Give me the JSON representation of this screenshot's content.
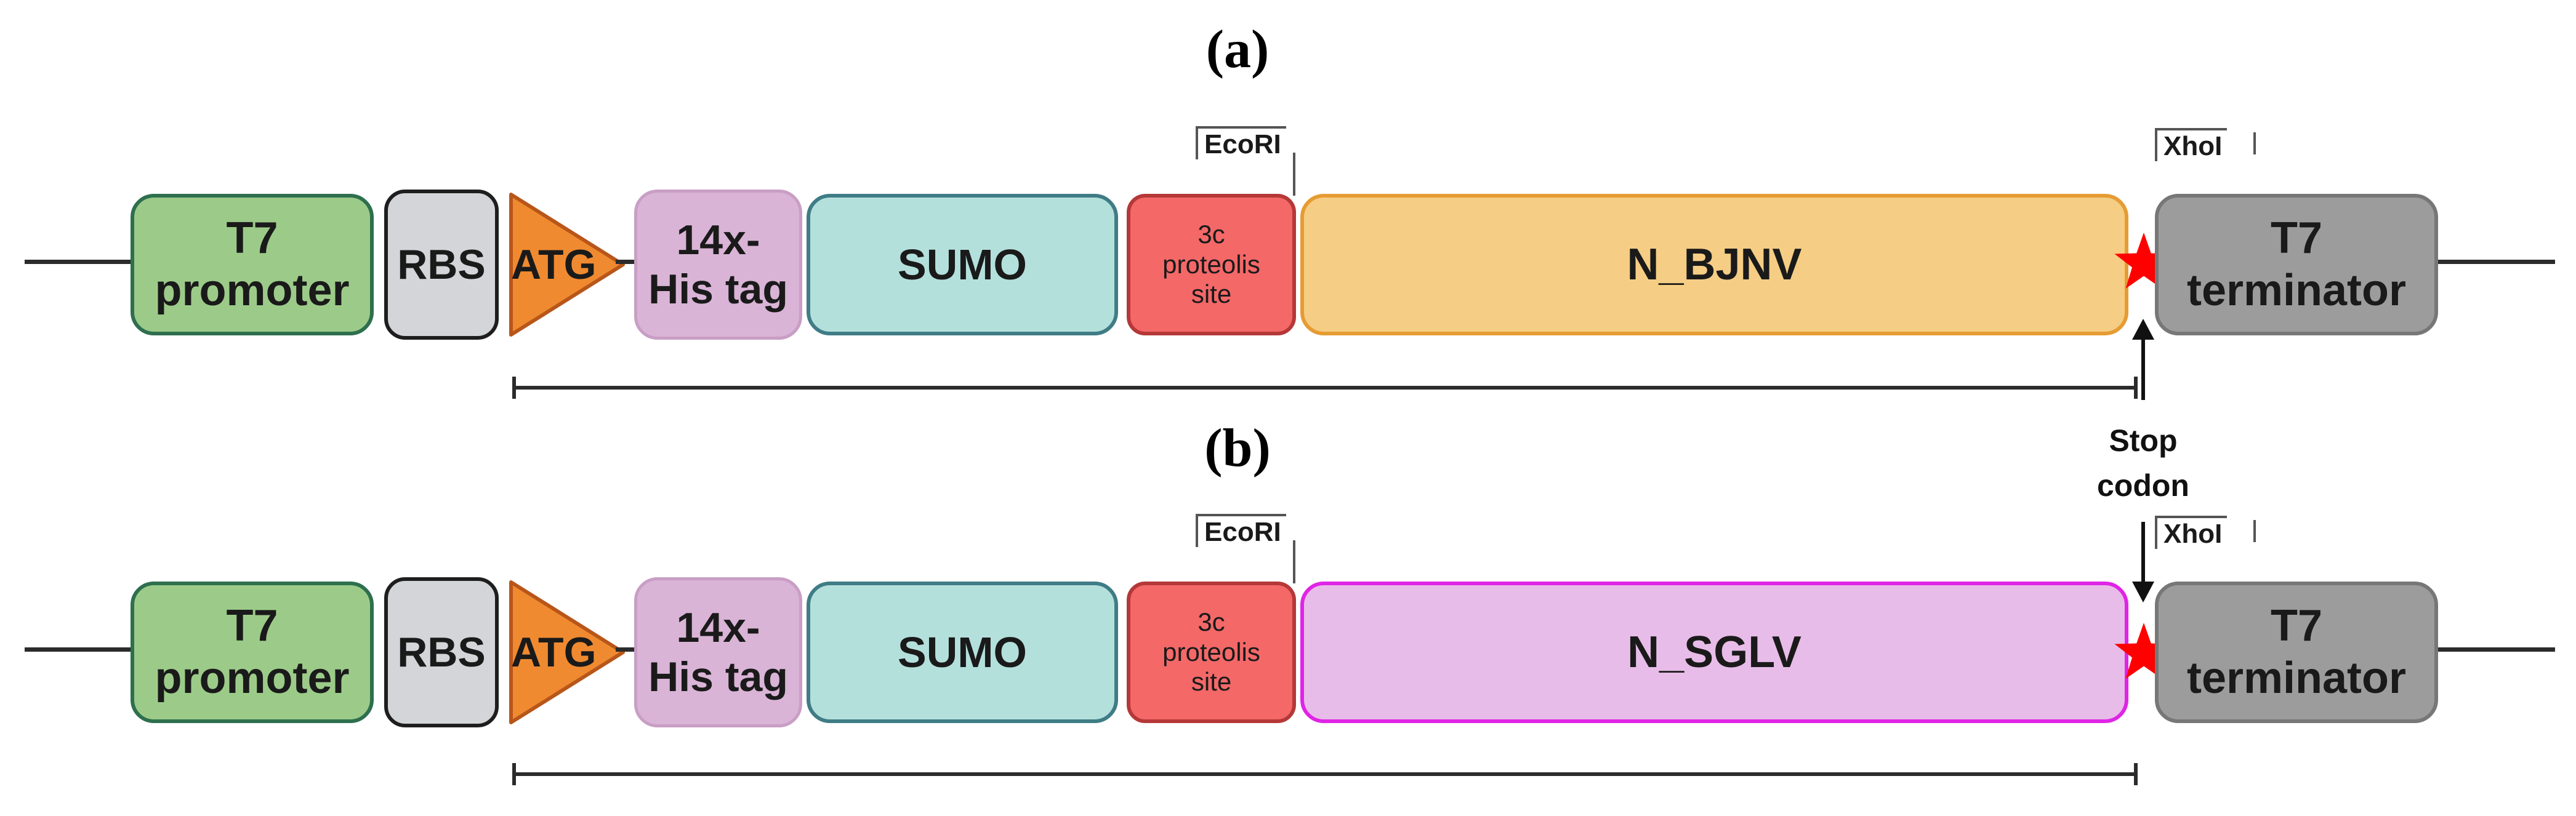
{
  "panel_a": {
    "label": "(a)",
    "elements": {
      "t7_promoter": [
        "T7",
        "promoter"
      ],
      "rbs": "RBS",
      "atg": "ATG",
      "his_tag": [
        "14x-",
        "His tag"
      ],
      "sumo": "SUMO",
      "protease_site": [
        "3c",
        "proteolis",
        "site"
      ],
      "gene": "N_BJNV",
      "t7_terminator": [
        "T7",
        "terminator"
      ]
    },
    "sites": {
      "ecori": "EcoRI",
      "xhoi": "XhoI"
    }
  },
  "panel_b": {
    "label": "(b)",
    "elements": {
      "t7_promoter": [
        "T7",
        "promoter"
      ],
      "rbs": "RBS",
      "atg": "ATG",
      "his_tag": [
        "14x-",
        "His tag"
      ],
      "sumo": "SUMO",
      "protease_site": [
        "3c",
        "proteolis",
        "site"
      ],
      "gene": "N_SGLV",
      "t7_terminator": [
        "T7",
        "terminator"
      ]
    },
    "sites": {
      "ecori": "EcoRI",
      "xhoi": "XhoI"
    }
  },
  "stop_codon": {
    "line1": "Stop",
    "line2": "codon"
  },
  "colors": {
    "t7_promoter": "#9ccb89",
    "rbs": "#d3d5d8",
    "atg": "#f08a30",
    "his_tag": "#d9b4d6",
    "sumo": "#b4e0dc",
    "protease_site": "#f46868",
    "n_bjnv": "#f5cd84",
    "n_sglv": "#e8bce8",
    "t7_terminator": "#9c9c9c",
    "stop_star": "#ff0000"
  }
}
